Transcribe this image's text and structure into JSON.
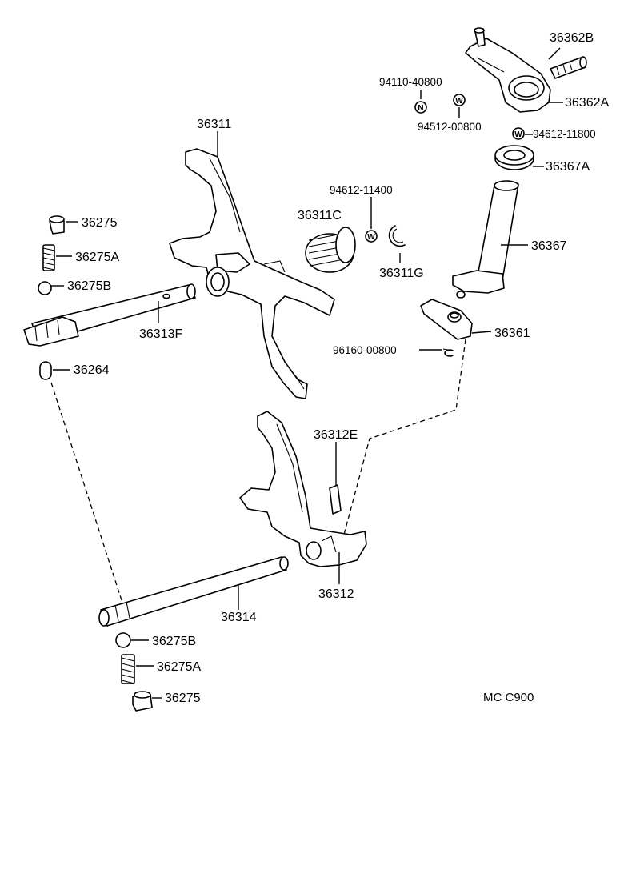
{
  "diagram": {
    "code": "MC C900",
    "labels": {
      "p36362B": "36362B",
      "p94110_40800": "94110-40800",
      "p36362A": "36362A",
      "p94512_00800": "94512-00800",
      "p94612_11800": "94612-11800",
      "p36367A": "36367A",
      "p36311": "36311",
      "p94612_11400": "94612-11400",
      "p36311C": "36311C",
      "p36275_top": "36275",
      "p36275A_top": "36275A",
      "p36275B_top": "36275B",
      "p36311G": "36311G",
      "p36367": "36367",
      "p36313F": "36313F",
      "p36361": "36361",
      "p96160_00800": "96160-00800",
      "p36264": "36264",
      "p36312E": "36312E",
      "p36312": "36312",
      "p36314": "36314",
      "p36275B_bottom": "36275B",
      "p36275A_bottom": "36275A",
      "p36275_bottom": "36275"
    },
    "symbols": {
      "n_symbol": "N",
      "w_symbol_1": "W",
      "w_symbol_2": "W",
      "w_symbol_3": "W"
    }
  }
}
